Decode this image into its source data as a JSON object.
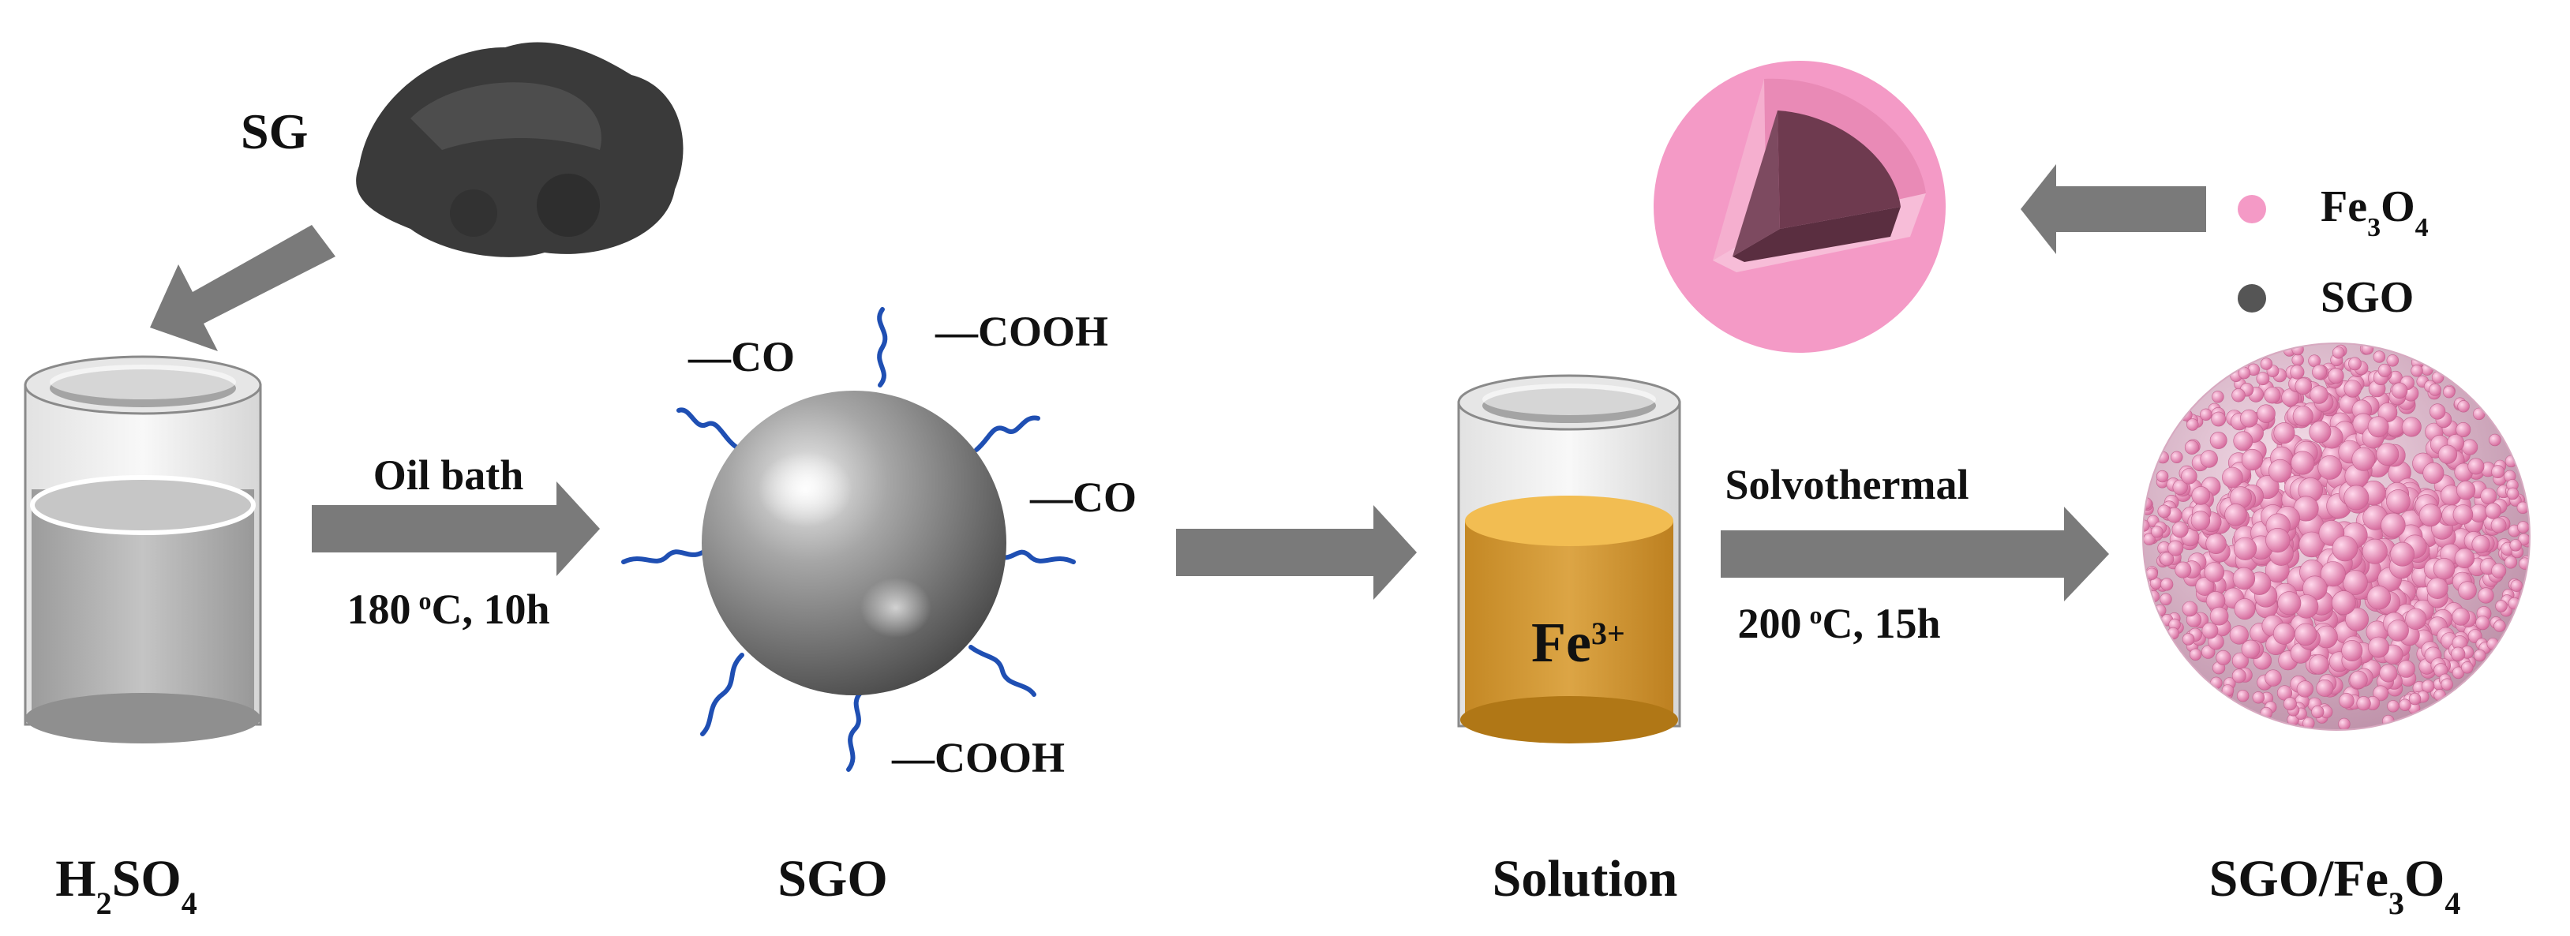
{
  "labels": {
    "sg": "SG",
    "h2so4": {
      "base": "H",
      "sub1": "2",
      "mid": "SO",
      "sub2": "4"
    },
    "sgo": "SGO",
    "solution": "Solution",
    "product": {
      "pre": "SGO/Fe",
      "sub1": "3",
      "mid": "O",
      "sub2": "4"
    },
    "fe3plus": {
      "base": "Fe",
      "sup": "3+"
    }
  },
  "steps": {
    "oil_bath": {
      "title": "Oil bath",
      "temp": "180",
      "unit_sup": "o",
      "rest": "C, 10h"
    },
    "solvothermal": {
      "title": "Solvothermal",
      "temp": "200",
      "unit_sup": "o",
      "rest": "C, 15h"
    }
  },
  "groups": [
    "CO",
    "COOH",
    "CO",
    "COOH"
  ],
  "legend": {
    "fe3o4": {
      "base": "Fe",
      "sub1": "3",
      "mid": "O",
      "sub2": "4",
      "color": "#f49ac6"
    },
    "sgo": {
      "label": "SGO",
      "color": "#555555"
    }
  },
  "colors": {
    "arrow": "#7a7a7a",
    "liquid_acid": "#b9b9b9",
    "liquid_fe": "#d79a2c",
    "chain": "#1f4fb3",
    "shell": "#f49ac6",
    "core": "#6e3a4f"
  }
}
